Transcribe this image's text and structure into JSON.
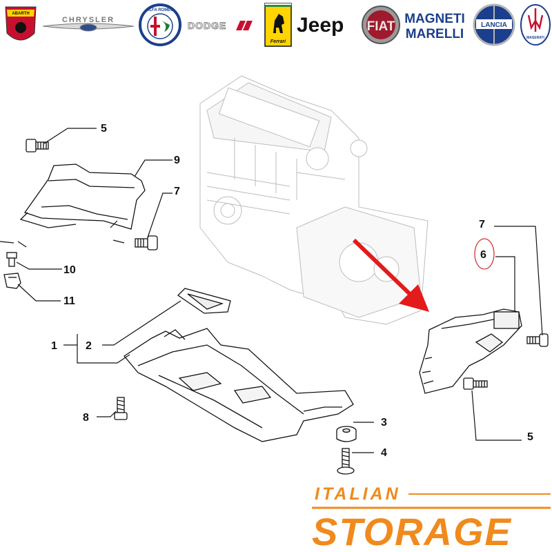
{
  "logos": {
    "abarth": "ABARTH",
    "chrysler": "CHRYSLER",
    "alfa_romeo": "ALFA ROMEO",
    "dodge": "DODGE",
    "ferrari": "Ferrari",
    "jeep": "Jeep",
    "fiat": "FIAT",
    "magneti_marelli_1": "MAGNETI",
    "magneti_marelli_2": "MARELLI",
    "lancia": "LANCIA",
    "maserati": "MASERATI"
  },
  "callouts": {
    "c1": "1",
    "c2": "2",
    "c3": "3",
    "c4": "4",
    "c5_top": "5",
    "c5_right": "5",
    "c6": "6",
    "c7_left": "7",
    "c7_right": "7",
    "c8": "8",
    "c9": "9",
    "c10": "10",
    "c11": "11"
  },
  "brand": {
    "line1": "ITALIAN",
    "line2": "STORAGE",
    "color": "#f08a1c"
  },
  "colors": {
    "ink": "#111111",
    "arrow": "#e31b1b",
    "highlight_circle": "#d33333",
    "logo_red": "#c8102e",
    "logo_blue": "#1b3f8c"
  }
}
